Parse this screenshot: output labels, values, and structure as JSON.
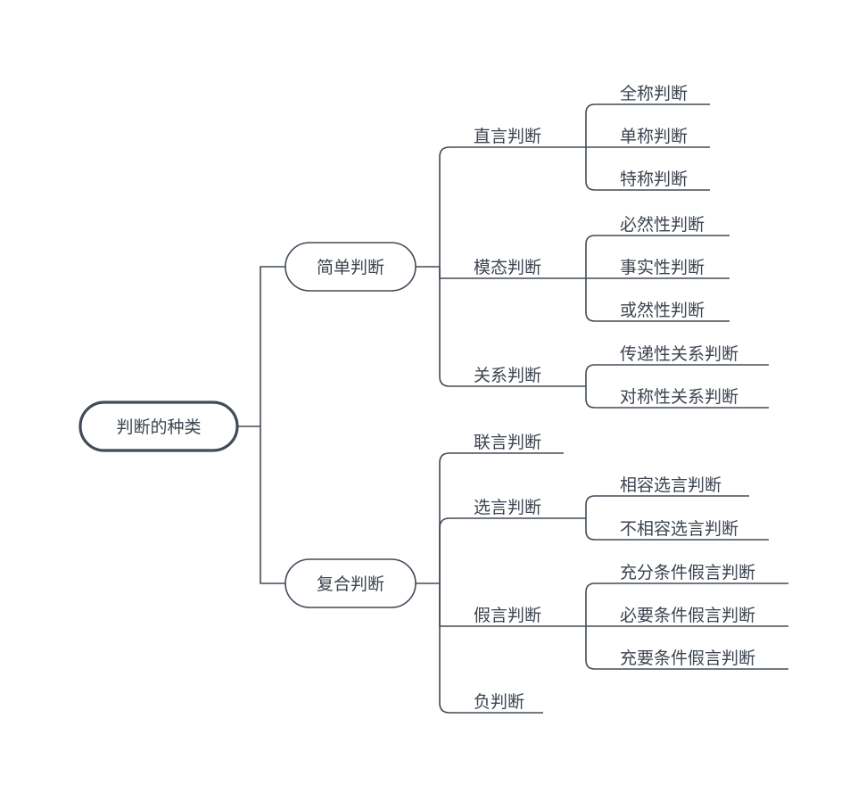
{
  "mindmap": {
    "root": "判断的种类",
    "simple": {
      "label": "简单判断",
      "children": [
        {
          "label": "直言判断",
          "children": [
            "全称判断",
            "单称判断",
            "特称判断"
          ]
        },
        {
          "label": "模态判断",
          "children": [
            "必然性判断",
            "事实性判断",
            "或然性判断"
          ]
        },
        {
          "label": "关系判断",
          "children": [
            "传递性关系判断",
            "对称性关系判断"
          ]
        }
      ]
    },
    "compound": {
      "label": "复合判断",
      "children": [
        {
          "label": "联言判断",
          "children": []
        },
        {
          "label": "选言判断",
          "children": [
            "相容选言判断",
            "不相容选言判断"
          ]
        },
        {
          "label": "假言判断",
          "children": [
            "充分条件假言判断",
            "必要条件假言判断",
            "充要条件假言判断"
          ]
        },
        {
          "label": "负判断",
          "children": []
        }
      ]
    }
  }
}
